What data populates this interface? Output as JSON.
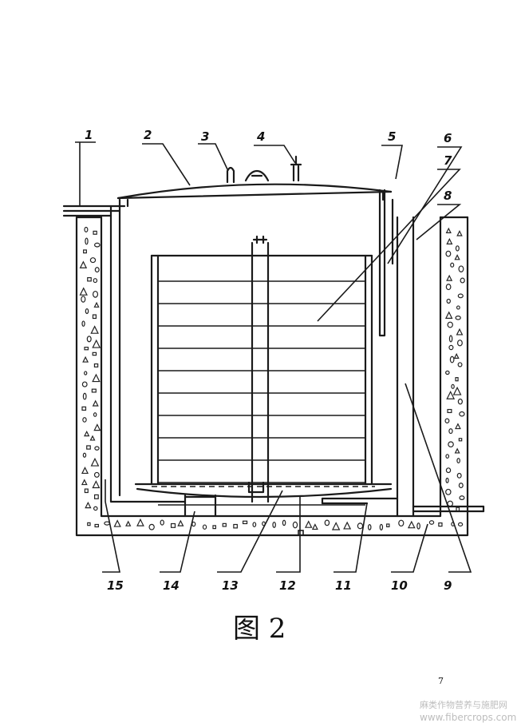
{
  "figure": {
    "caption": "图 2",
    "page_number": "7",
    "watermark_cn": "麻类作物营养与施肥网",
    "watermark_url": "www.fibercrops.com"
  },
  "callouts": [
    "1",
    "2",
    "3",
    "4",
    "5",
    "6",
    "7",
    "8",
    "9",
    "10",
    "11",
    "12",
    "13",
    "14",
    "15"
  ]
}
